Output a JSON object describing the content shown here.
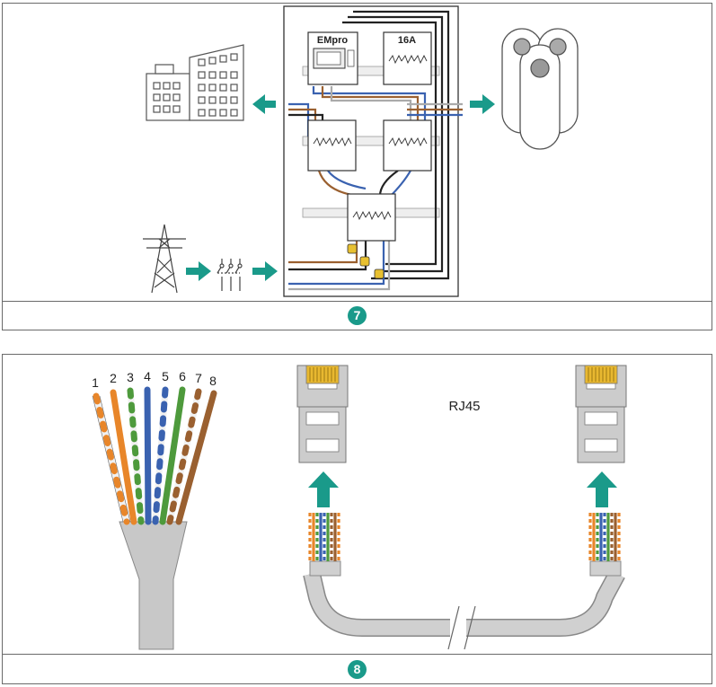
{
  "step7": {
    "badge": "7",
    "meter_label": "EMpro",
    "breaker_label": "16A"
  },
  "step8": {
    "badge": "8",
    "connector_label": "RJ45",
    "wire_numbers": [
      "1",
      "2",
      "3",
      "4",
      "5",
      "6",
      "7",
      "8"
    ]
  },
  "colors": {
    "accent": "#1a9a8a",
    "wire_orange": "#e8862a",
    "wire_green": "#4e9a3c",
    "wire_blue": "#3a62b0",
    "wire_brown": "#9a6030",
    "cable_grey": "#c8c8c8"
  }
}
